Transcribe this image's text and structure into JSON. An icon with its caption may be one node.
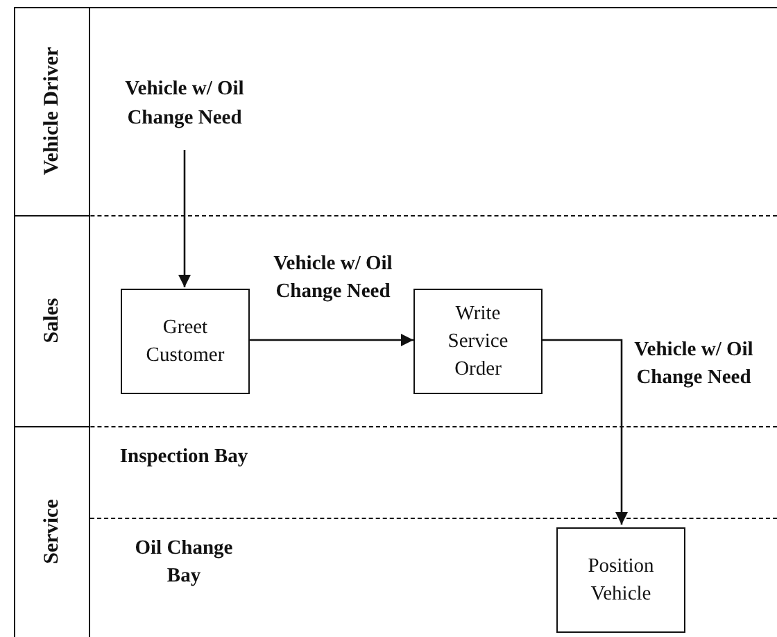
{
  "diagram": {
    "nodes": [
      {
        "text": [
          "Vehicle Driver"
        ]
      },
      {
        "text": [
          "Vehicle w/ Oil Change Need"
        ],
        "in": 0
      },
      {
        "text": [
          "Sales"
        ]
      },
      {
        "text": [
          "Greet Customer"
        ],
        "in": 2
      },
      {
        "text": [
          "Write Service Order"
        ],
        "in": 2
      },
      {
        "text": [
          "Service"
        ]
      },
      {
        "text": [
          "Inspection Bay"
        ],
        "in": 5
      },
      {
        "text": [
          "Oil Change Bay"
        ],
        "in": 5
      },
      {
        "text": [
          "Position Vehicle"
        ],
        "in": 7
      }
    ],
    "edges": [
      {
        "from": 1,
        "to": 3,
        "arrow": "to"
      },
      {
        "from": 3,
        "to": 4,
        "arrow": "to",
        "label": "Vehicle w/ Oil Change Need"
      },
      {
        "from": 4,
        "to": 8,
        "arrow": "to",
        "label": "Vehicle w/ Oil Change Need"
      }
    ]
  }
}
